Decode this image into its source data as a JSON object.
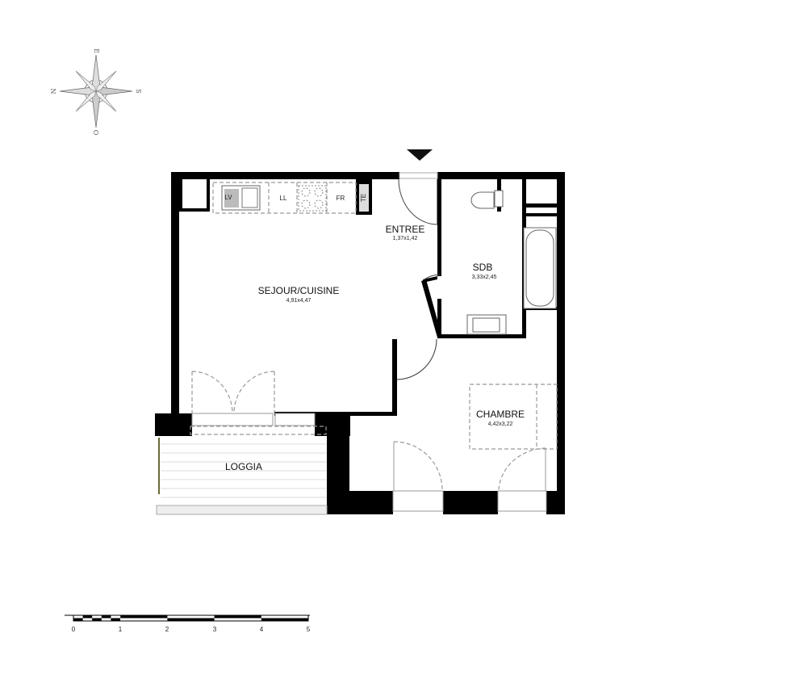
{
  "compass": {
    "north": "N",
    "east": "E",
    "south": "S",
    "west": "O"
  },
  "rooms": [
    {
      "name": "SEJOUR/CUISINE",
      "dims": "4,91x4,47"
    },
    {
      "name": "ENTREE",
      "dims": "1,37x1,42"
    },
    {
      "name": "SDB",
      "dims": "3,33x2,45"
    },
    {
      "name": "CHAMBRE",
      "dims": "4,42x3,22"
    },
    {
      "name": "LOGGIA",
      "dims": ""
    }
  ],
  "kitchen": {
    "sink": "LV",
    "dishwasher": "LL",
    "fridge": "FR",
    "water_heater": "TE"
  },
  "scale_bar": {
    "labels": [
      "0",
      "1",
      "2",
      "3",
      "4",
      "5"
    ]
  }
}
